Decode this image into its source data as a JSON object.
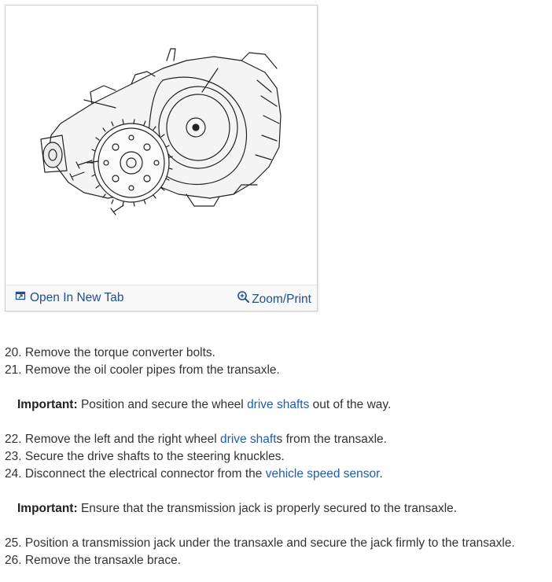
{
  "figure": {
    "open_new_tab_label": "Open In New Tab",
    "zoom_print_label": "Zoom/Print",
    "link_color": "#1f4f8b"
  },
  "steps": [
    {
      "num": "20.",
      "text": "Remove the torque converter bolts."
    },
    {
      "num": "21.",
      "text": "Remove the oil cooler pipes from the transaxle."
    }
  ],
  "important1": {
    "label": "Important:",
    "pre": "Position and secure the wheel ",
    "link": "drive shafts",
    "post": " out of the way."
  },
  "steps2": [
    {
      "num": "22.",
      "pre": "Remove the left and the right wheel ",
      "link": "drive shaft",
      "post": "s from the transaxle."
    },
    {
      "num": "23.",
      "text": "Secure the drive shafts to the steering knuckles."
    },
    {
      "num": "24.",
      "pre": "Disconnect the electrical connector from the ",
      "link": "vehicle speed sensor",
      "post": "."
    }
  ],
  "important2": {
    "label": "Important:",
    "text": "Ensure that the transmission jack is properly secured to the transaxle."
  },
  "steps3": [
    {
      "num": "25.",
      "text": "Position a transmission jack under the transaxle and secure the jack firmly to the transaxle."
    },
    {
      "num": "26.",
      "text": "Remove the transaxle brace."
    }
  ],
  "colors": {
    "text": "#333333",
    "link": "#1f5ea8"
  }
}
